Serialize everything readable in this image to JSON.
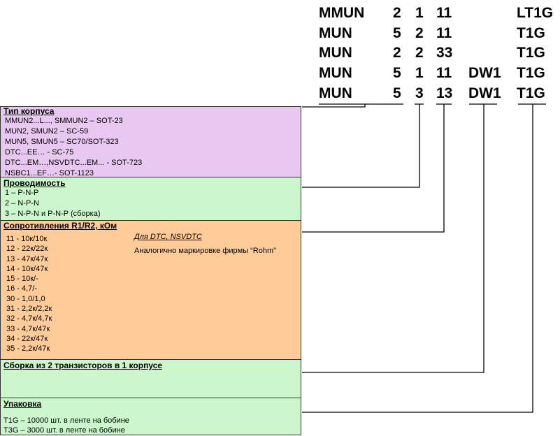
{
  "codes": [
    {
      "prefix": "MMUN",
      "d1": "2",
      "d2": "1",
      "res": "11",
      "dual": "",
      "pack": "LT1G"
    },
    {
      "prefix": "MUN",
      "d1": "5",
      "d2": "2",
      "res": "11",
      "dual": "",
      "pack": "T1G"
    },
    {
      "prefix": "MUN",
      "d1": "2",
      "d2": "2",
      "res": "33",
      "dual": "",
      "pack": "T1G"
    },
    {
      "prefix": "MUN",
      "d1": "5",
      "d2": "1",
      "res": "11",
      "dual": "DW1",
      "pack": "T1G"
    },
    {
      "prefix": "MUN",
      "d1": "5",
      "d2": "3",
      "res": "13",
      "dual": "DW1",
      "pack": "T1G"
    }
  ],
  "boxes": {
    "case": {
      "title": "Тип корпуса",
      "lines": [
        "MMUN2...L..., SMMUN2 – SOT-23",
        "MUN2, SMUN2 – SC-59",
        "MUN5, SMUN5 – SC70/SOT-323",
        "DTC...EE… - SC-75",
        "DTC...EM…,NSVDTC...EM... - SOT-723",
        "NSBC1...EF…- SOT-1123"
      ],
      "color": "#e8c8f0"
    },
    "polarity": {
      "title": "Проводимость",
      "lines": [
        "1 – P-N-P",
        "2 – N-P-N",
        "3 – N-P-N и P-N-P (сборка)"
      ],
      "color": "#ccf7cc"
    },
    "resistors": {
      "title": "Сопротивления R1/R2, кОм",
      "lines": [
        "11 - 10к/10к",
        "12 - 22к/22к",
        "13 - 47к/47к",
        "14 - 10к/47к",
        "15 - 10к/-",
        "16 - 4,7/-",
        "30 - 1,0/1,0",
        "31 - 2,2к/2,2к",
        "32 - 4,7к/4,7к",
        "33 - 4,7к/47к",
        "34 - 22к/47к",
        "35 - 2,2к/47к"
      ],
      "note_title": "Для DTC, NSVDTC",
      "note": "Аналогично маркировке фирмы “Rohm”",
      "color": "#ffcc99"
    },
    "dual": {
      "title": "Сборка из 2 транзисторов в 1 корпусе",
      "color": "#ccf7cc"
    },
    "packing": {
      "title": "Упаковка",
      "lines": [
        "T1G – 10000 шт. в ленте на бобине",
        "T3G – 3000 шт. в ленте на бобине"
      ],
      "color": "#ccf7cc"
    }
  }
}
